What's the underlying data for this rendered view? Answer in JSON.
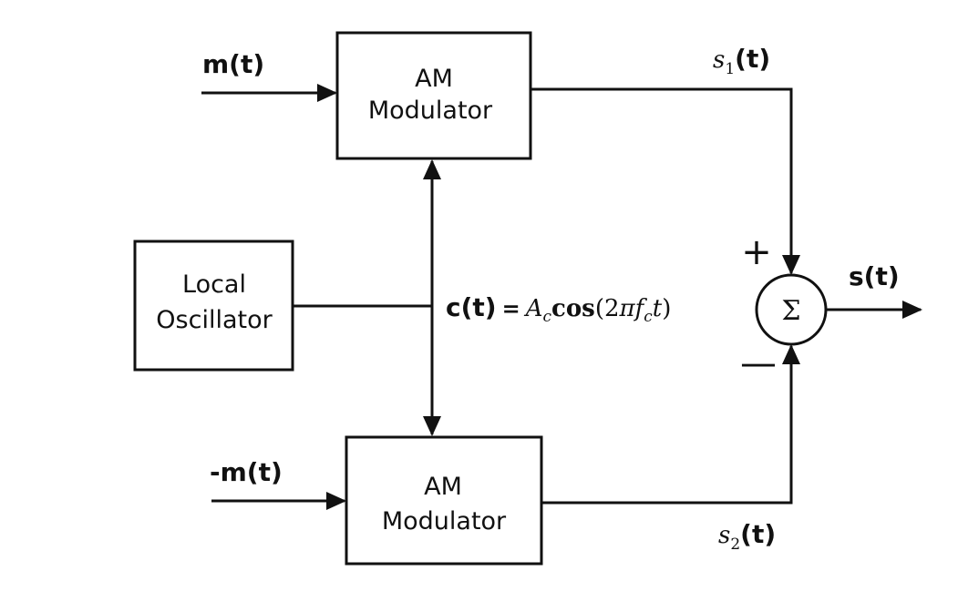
{
  "blocks": {
    "am_top": {
      "line1": "AM",
      "line2": "Modulator"
    },
    "am_bottom": {
      "line1": "AM",
      "line2": "Modulator"
    },
    "oscillator": {
      "line1": "Local",
      "line2": "Oscillator"
    }
  },
  "signals": {
    "input_top": "m(t)",
    "input_bottom": "-m(t)",
    "s1": {
      "var": "s",
      "sub": "1",
      "arg": "(t)"
    },
    "s2": {
      "var": "s",
      "sub": "2",
      "arg": "(t)"
    },
    "output": "s(t)",
    "carrier": {
      "lhs": "c(t)",
      "equals": "=",
      "amp": "A",
      "amp_sub": "c",
      "func": "cos",
      "open": "(2",
      "pi": "π",
      "freq": "f",
      "freq_sub": "c",
      "time": "t",
      "close": ")"
    }
  },
  "summer": {
    "symbol": "Σ",
    "plus": "+",
    "minus": "—"
  }
}
